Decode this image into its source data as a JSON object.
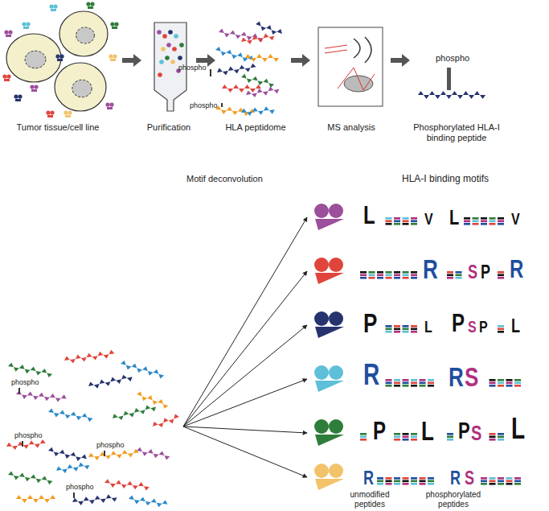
{
  "diagram": {
    "labels": [
      "phospho",
      "phospho",
      "phospho",
      "Tumor tissue/cell line",
      "Purification",
      "HLA peptidome",
      "MS analysis",
      "Phosphorylated HLA-I binding peptide",
      "Motif deconvolution",
      "HLA-I binding motifs",
      "phospho",
      "phospho",
      "phospho",
      "phospho",
      "L",
      "V",
      "L",
      "V",
      "R",
      "S",
      "P",
      "R",
      "P",
      "L",
      "P",
      "S",
      "P",
      "L",
      "R",
      "R",
      "S",
      "P",
      "L",
      "P",
      "S",
      "L",
      "R",
      "R",
      "S",
      "unmodified peptides",
      "phosphorylated peptides"
    ]
  }
}
